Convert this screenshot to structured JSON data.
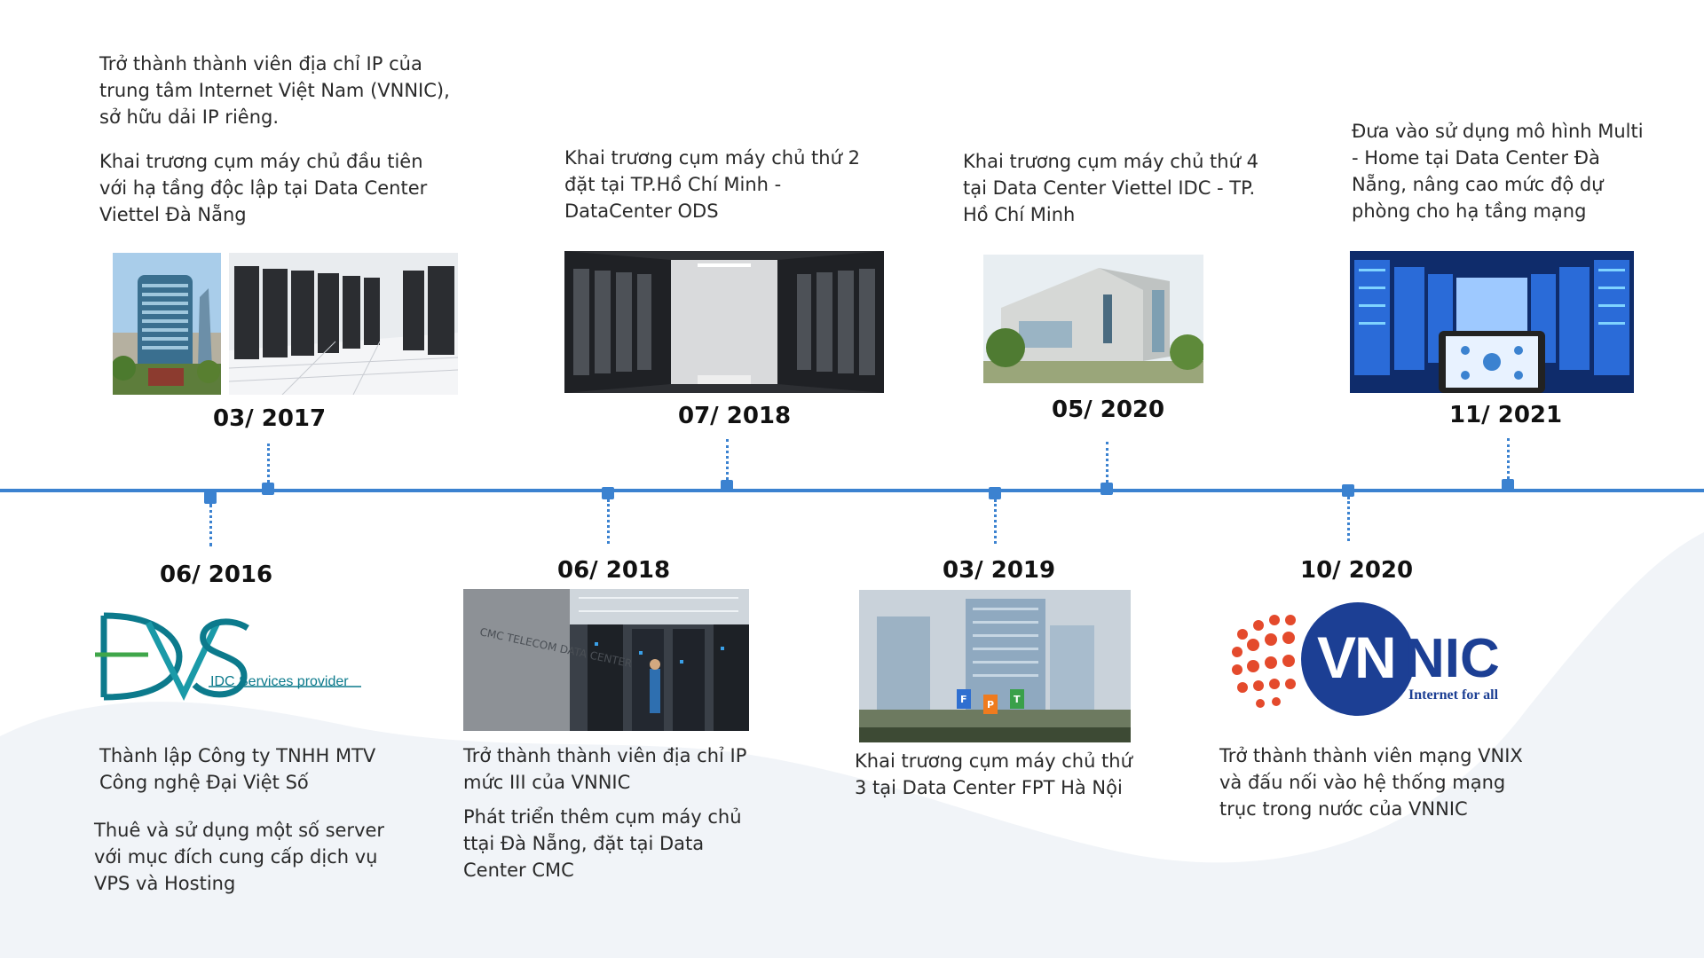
{
  "milestones": [
    {
      "date": "06/ 2016",
      "texts": [
        "Thành lập Công ty TNHH MTV Công nghệ Đại Việt Số",
        "Thuê và sử dụng một số server với mục đích cung cấp dịch vụ VPS và Hosting"
      ],
      "logo_tagline": "IDC Services provider",
      "logo_name": "DVS"
    },
    {
      "date": "03/ 2017",
      "texts": [
        "Trở thành thành viên địa chỉ IP của trung tâm Internet Việt Nam (VNNIC), sở hữu dải IP riêng.",
        "Khai trương cụm máy chủ đầu tiên với hạ tầng độc lập tại Data Center Viettel Đà Nẵng"
      ]
    },
    {
      "date": "06/ 2018",
      "texts": [
        "Trở thành thành viên địa chỉ IP mức III của VNNIC",
        "Phát triển thêm cụm máy chủ ttại Đà Nẵng, đặt tại Data Center CMC"
      ],
      "photo_sign": "CMC TELECOM DATA CENTER"
    },
    {
      "date": "07/ 2018",
      "texts": [
        "Khai trương cụm máy chủ thứ 2 đặt tại TP.Hồ Chí Minh - DataCenter ODS"
      ]
    },
    {
      "date": "03/ 2019",
      "texts": [
        "Khai trương cụm máy chủ thứ 3 tại Data Center FPT Hà Nội"
      ],
      "photo_sign": [
        "F",
        "P",
        "T"
      ]
    },
    {
      "date": "05/ 2020",
      "texts": [
        "Khai trương cụm máy chủ thứ 4 tại Data Center Viettel IDC -  TP. Hồ Chí Minh"
      ]
    },
    {
      "date": "10/ 2020",
      "texts": [
        "Trở thành thành viên mạng VNIX và đấu nối vào hệ thống mạng trục trong nước của VNNIC"
      ],
      "logo_vn": "VN",
      "logo_nic": "NIC",
      "logo_tagline": "Internet for all"
    },
    {
      "date": "11/ 2021",
      "texts": [
        "Đưa vào sử dụng mô hình Multi - Home tại Data Center Đà Nẵng, nâng cao mức độ dự phòng cho hạ tầng mạng"
      ]
    }
  ],
  "colors": {
    "timeline": "#3b82d0",
    "wave": "#f1f4f8",
    "dvs_teal": "#0c7a8c",
    "vnnic_blue": "#1c3f94",
    "vnnic_red": "#e44a2c"
  }
}
